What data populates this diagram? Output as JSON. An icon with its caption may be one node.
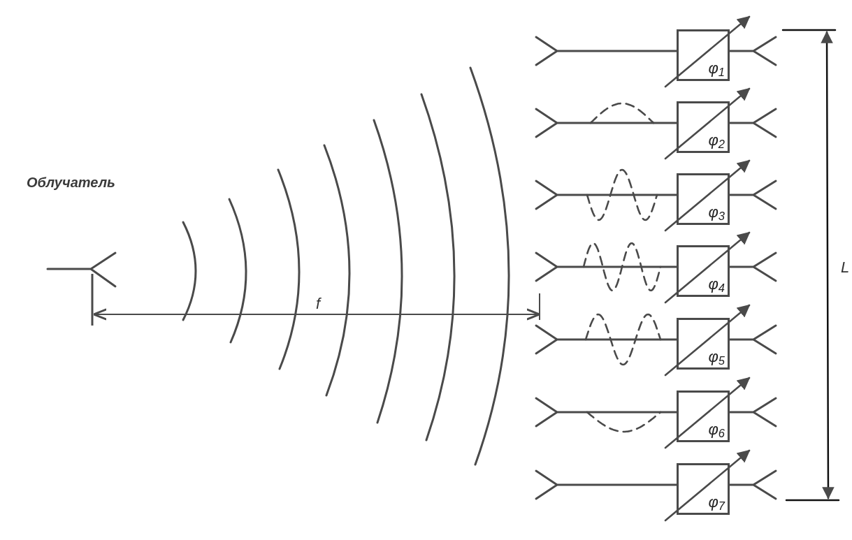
{
  "diagram": {
    "nodes": [
      {
        "text": [
          "Облучатель"
        ]
      },
      {
        "text": [
          "φ$_{1}$"
        ]
      },
      {
        "text": [
          "φ$_{2}$"
        ]
      },
      {
        "text": [
          "φ$_{3}$"
        ]
      },
      {
        "text": [
          "φ$_{4}$"
        ]
      },
      {
        "text": [
          "φ$_{5}$"
        ]
      },
      {
        "text": [
          "φ$_{6}$"
        ]
      },
      {
        "text": [
          "φ$_{7}$"
        ]
      }
    ],
    "labels": [
      "f",
      "L"
    ]
  }
}
